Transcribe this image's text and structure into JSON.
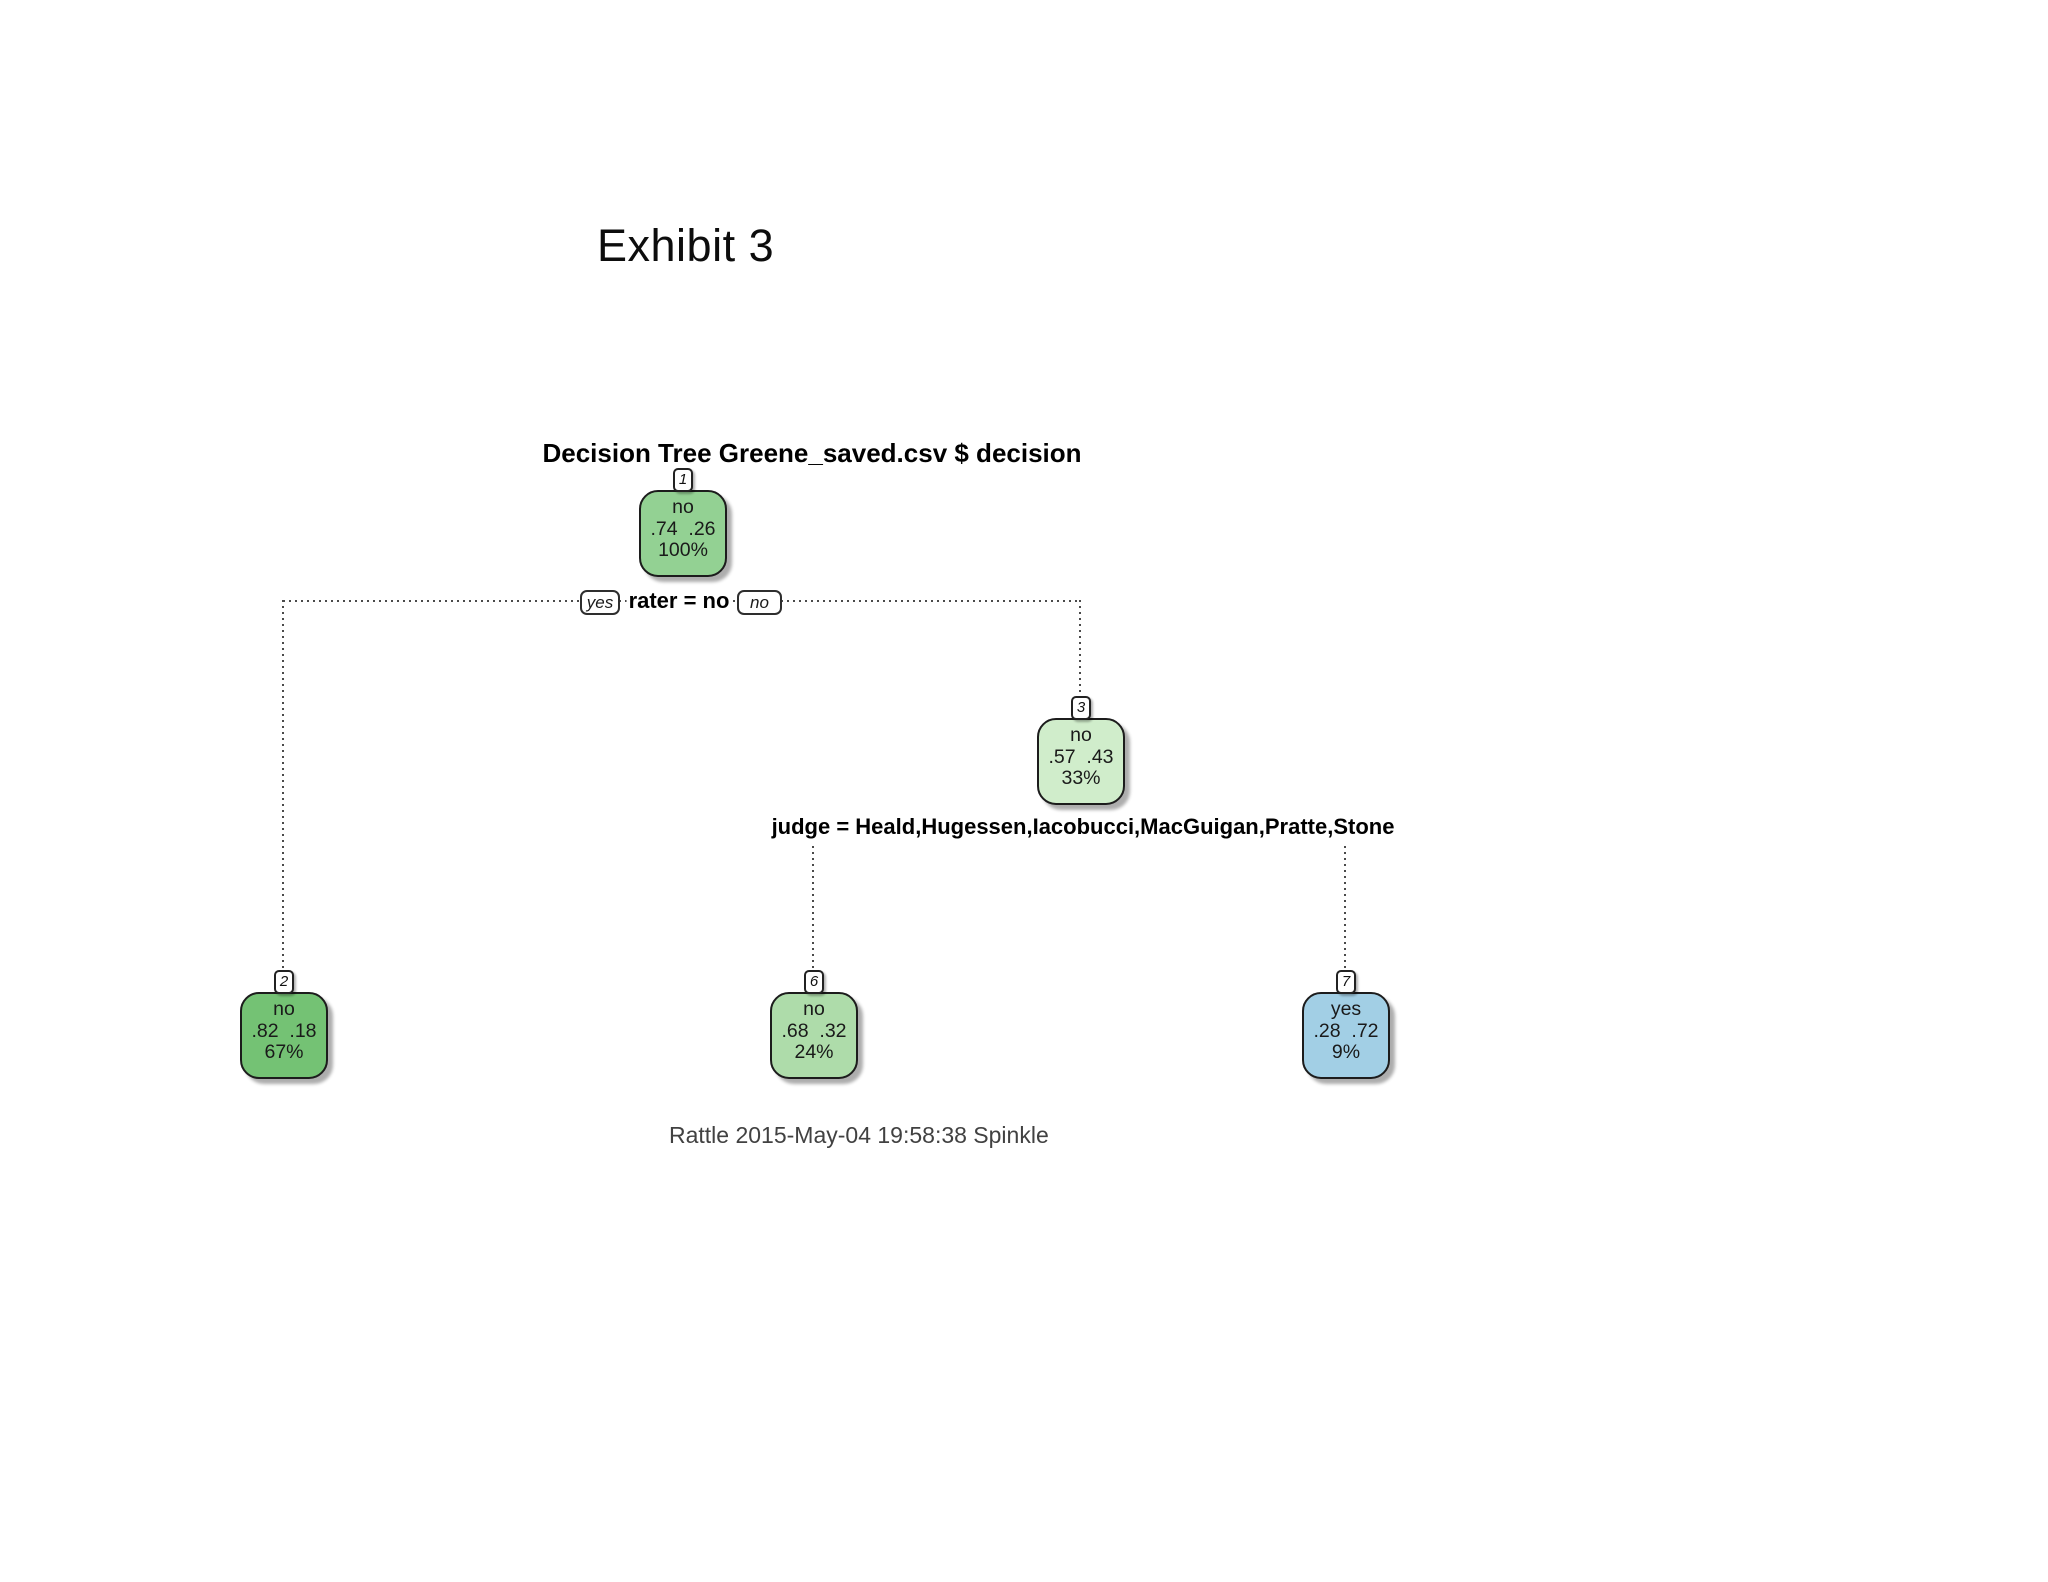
{
  "page": {
    "exhibit_title": "Exhibit 3"
  },
  "tree": {
    "title": "Decision Tree Greene_saved.csv $ decision",
    "footer": "Rattle 2015-May-04 19:58:38 Spinkle",
    "root_split": {
      "label": "rater = no",
      "yes_tag": "yes",
      "no_tag": "no"
    },
    "judge_split": {
      "label": "judge = Heald,Hugessen,Iacobucci,MacGuigan,Pratte,Stone"
    },
    "nodes": [
      {
        "id": "1",
        "label": "no",
        "probs": ".74  .26",
        "percent": "100%",
        "color": "#93d193"
      },
      {
        "id": "2",
        "label": "no",
        "probs": ".82  .18",
        "percent": "67%",
        "color": "#74c274"
      },
      {
        "id": "3",
        "label": "no",
        "probs": ".57  .43",
        "percent": "33%",
        "color": "#d0edcb"
      },
      {
        "id": "6",
        "label": "no",
        "probs": ".68  .32",
        "percent": "24%",
        "color": "#aedcaa"
      },
      {
        "id": "7",
        "label": "yes",
        "probs": ".28  .72",
        "percent": "9%",
        "color": "#a2cfe5"
      }
    ]
  }
}
